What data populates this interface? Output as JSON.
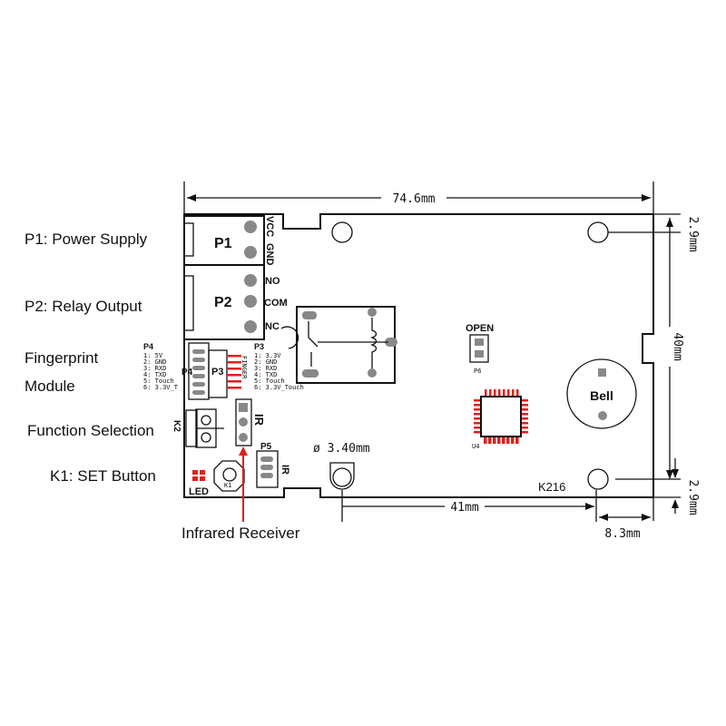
{
  "labels": {
    "p1": "P1: Power Supply",
    "p2": "P2: Relay Output",
    "fingerprint_1": "Fingerprint",
    "fingerprint_2": "Module",
    "function": "Function Selection",
    "k1": "K1: SET Button",
    "ir": "Infrared Receiver"
  },
  "dimensions": {
    "width": "74.6mm",
    "height": "40mm",
    "top_offset": "2.9mm",
    "bottom_offset": "2.9mm",
    "hole_spacing": "41mm",
    "right_offset": "8.3mm",
    "hole_diameter": "ø 3.40mm"
  },
  "board": {
    "p1": "P1",
    "p2": "P2",
    "p3": "P3",
    "p4": "P4",
    "p5": "P5",
    "k2": "K2",
    "k1": "K1",
    "vcc": "VCC",
    "gnd": "GND",
    "no": "NO",
    "com": "COM",
    "nc": "NC",
    "open": "OPEN",
    "p6": "P6",
    "bell": "Bell",
    "model": "K216",
    "led": "LED",
    "ir": "IR",
    "ir2": "IR",
    "u4": "U4",
    "finger": "FINGER",
    "p4_pins": [
      "1: 5V",
      "2: GND",
      "3: RXD",
      "4: TXD",
      "5: Touch",
      "6: 3.3V_T"
    ],
    "p3_pins": [
      "1: 3.3V",
      "2: GND",
      "3: RXD",
      "4: TXD",
      "5: Touch",
      "6: 3.3V_Touch"
    ]
  },
  "colors": {
    "arrow": "#e0201c",
    "pad": "#888888"
  }
}
